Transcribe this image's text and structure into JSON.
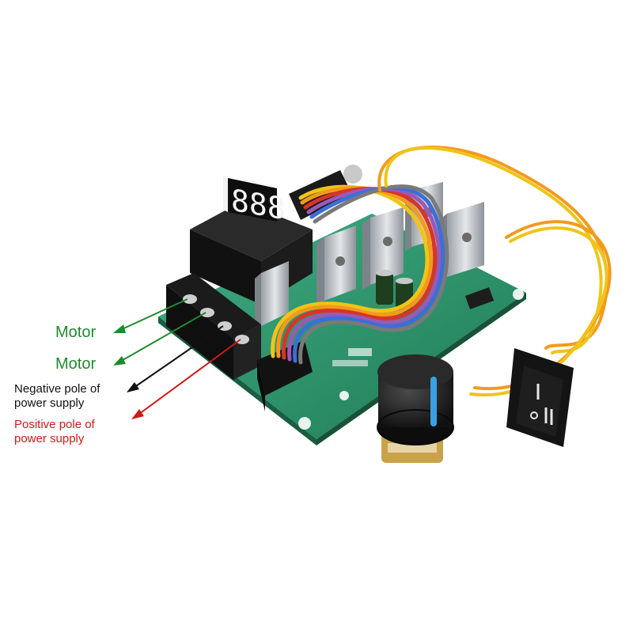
{
  "labels": {
    "motor_1": "Motor",
    "motor_2": "Motor",
    "negative_line1": "Negative pole of",
    "negative_line2": "power supply",
    "positive_line1": "Positive pole of",
    "positive_line2": "power supply"
  },
  "display": {
    "digits": "888"
  },
  "colors": {
    "motor": "#1f8a2e",
    "negative": "#111111",
    "positive": "#d01818",
    "pcb": "#2e9a72",
    "wire_orange": "#f39a1c",
    "wire_yellow": "#f0c419",
    "knob_accent": "#3aa0e6"
  },
  "icons": {
    "terminal_screws": "terminal-screw-icon",
    "rocker_switch": "rocker-switch-icon",
    "knob": "potentiometer-knob-icon"
  }
}
